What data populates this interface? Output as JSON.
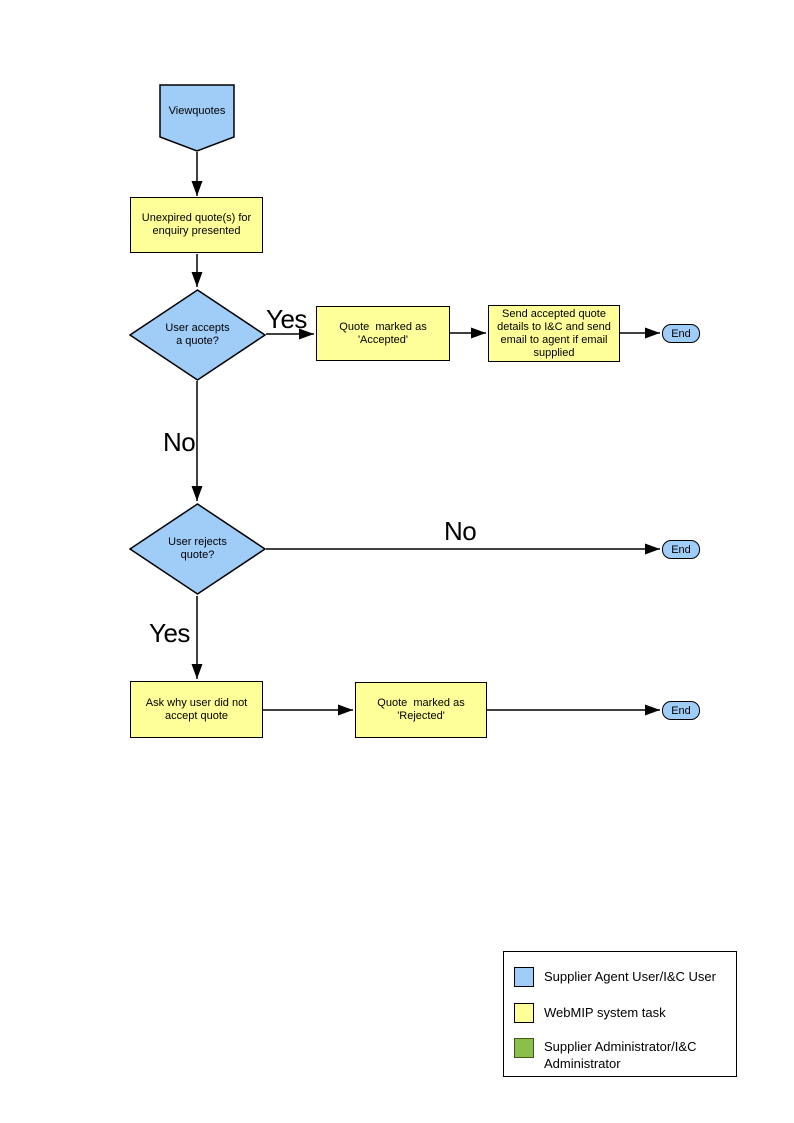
{
  "diagram": {
    "nodes": {
      "start": "Viewquotes",
      "unexpired": "Unexpired quote(s) for enquiry presented",
      "accepts": "User accepts a quote?",
      "accepted": "Quote  marked as 'Accepted'",
      "send": "Send accepted quote details to I&C and send email to agent if email supplied",
      "end_accept": "End",
      "rejects": "User rejects quote?",
      "end_reject_no": "End",
      "ask": "Ask why user did not accept quote",
      "rejected": "Quote  marked as 'Rejected'",
      "end_rejected": "End"
    },
    "edge_labels": {
      "accept_yes": "Yes",
      "accept_no": "No",
      "reject_no": "No",
      "reject_yes": "Yes"
    },
    "edges": [
      {
        "from": "start",
        "to": "unexpired",
        "label": ""
      },
      {
        "from": "unexpired",
        "to": "accepts",
        "label": ""
      },
      {
        "from": "accepts",
        "to": "accepted",
        "label": "Yes"
      },
      {
        "from": "accepted",
        "to": "send",
        "label": ""
      },
      {
        "from": "send",
        "to": "end_accept",
        "label": ""
      },
      {
        "from": "accepts",
        "to": "rejects",
        "label": "No"
      },
      {
        "from": "rejects",
        "to": "end_reject_no",
        "label": "No"
      },
      {
        "from": "rejects",
        "to": "ask",
        "label": "Yes"
      },
      {
        "from": "ask",
        "to": "rejected",
        "label": ""
      },
      {
        "from": "rejected",
        "to": "end_rejected",
        "label": ""
      }
    ]
  },
  "legend": {
    "items": [
      {
        "label": "Supplier Agent User/I&C User",
        "color": "#A0CCF8"
      },
      {
        "label": "WebMIP system task",
        "color": "#FFFF99"
      },
      {
        "label": "Supplier Administrator/I&C Administrator",
        "color": "#8CBE4C"
      }
    ]
  },
  "colors": {
    "node_blue": "#A0CCF8",
    "node_yellow": "#FFFF99",
    "legend_green": "#8CBE4C",
    "line": "#000000"
  }
}
